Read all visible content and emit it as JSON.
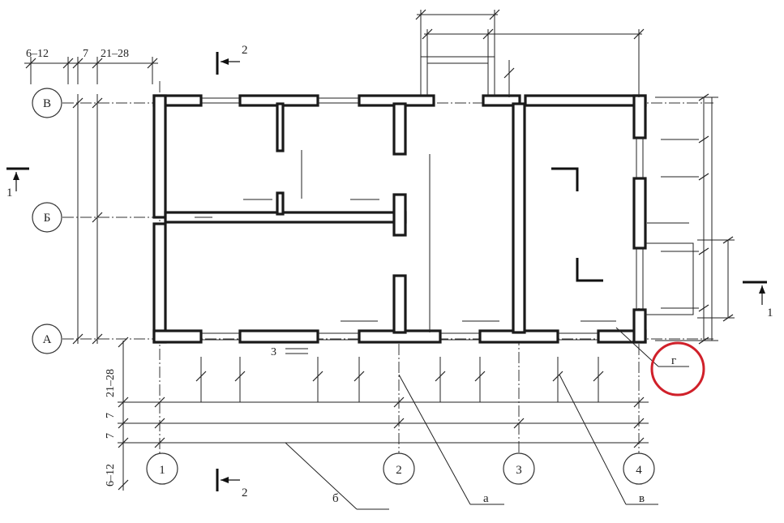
{
  "axes": {
    "rows": [
      "В",
      "Б",
      "А"
    ],
    "cols": [
      "1",
      "2",
      "3",
      "4"
    ]
  },
  "top_dims": {
    "d1": "6–12",
    "d2": "7",
    "d3": "21–28"
  },
  "left_dims": {
    "d1": "21–28",
    "d2": "7",
    "d3": "7",
    "d4": "6–12"
  },
  "small_dim": "3",
  "sections": {
    "s1_top": "2",
    "s1_bottom": "2",
    "s2_left": "1",
    "s2_right": "1"
  },
  "callouts": {
    "a": "а",
    "b": "б",
    "v": "в",
    "g": "г"
  },
  "colors": {
    "highlight": "#d0202a"
  }
}
